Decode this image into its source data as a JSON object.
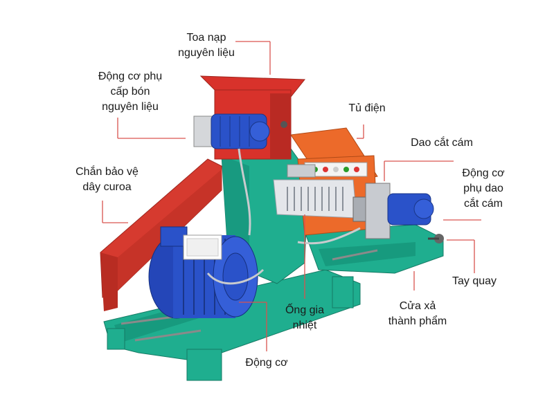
{
  "labels": [
    {
      "id": "hopper",
      "lines": [
        "Toa nạp",
        "nguyên liệu"
      ]
    },
    {
      "id": "feeder-motor",
      "lines": [
        "Động cơ phụ",
        "cấp bón",
        "nguyên liệu"
      ]
    },
    {
      "id": "control-box",
      "lines": [
        "Tủ điện"
      ]
    },
    {
      "id": "cutter",
      "lines": [
        "Dao cắt cám"
      ]
    },
    {
      "id": "belt-guard",
      "lines": [
        "Chắn bảo vệ",
        "dây curoa"
      ]
    },
    {
      "id": "cutter-motor",
      "lines": [
        "Động cơ",
        "phụ dao",
        "cắt cám"
      ]
    },
    {
      "id": "crank",
      "lines": [
        "Tay quay"
      ]
    },
    {
      "id": "heater-tube",
      "lines": [
        "Ống gia",
        "nhiệt"
      ]
    },
    {
      "id": "outlet",
      "lines": [
        "Cửa xả",
        "thành phẩm"
      ]
    },
    {
      "id": "main-motor",
      "lines": [
        "Động cơ"
      ]
    }
  ],
  "colors": {
    "frame": "#1fae8f",
    "guard": "#d63a2f",
    "hopper": "#d8322b",
    "motor": "#2a52c9",
    "control_box": "#ec6a2a",
    "heater": "#e4e6ea",
    "leader": "#d9534f"
  }
}
